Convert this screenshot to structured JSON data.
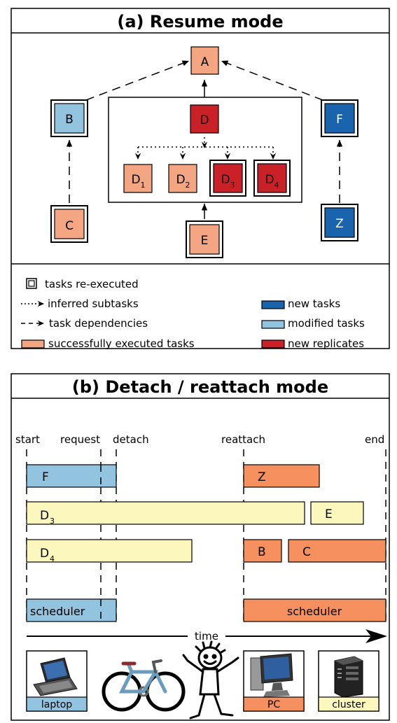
{
  "panel_a": {
    "title": "(a) Resume mode",
    "nodes": {
      "A": {
        "label": "A"
      },
      "B": {
        "label": "B"
      },
      "C": {
        "label": "C"
      },
      "D": {
        "label": "D"
      },
      "D1": {
        "label": "D",
        "sub": "1"
      },
      "D2": {
        "label": "D",
        "sub": "2"
      },
      "D3": {
        "label": "D",
        "sub": "3"
      },
      "D4": {
        "label": "D",
        "sub": "4"
      },
      "E": {
        "label": "E"
      },
      "F": {
        "label": "F"
      },
      "Z": {
        "label": "Z"
      }
    },
    "legend": {
      "re_executed": "tasks re-executed",
      "inferred": "inferred subtasks",
      "dependencies": "task dependencies",
      "success": "successfully executed  tasks",
      "new_tasks": "new tasks",
      "modified": "modified tasks",
      "replicates": "new replicates"
    }
  },
  "panel_b": {
    "title": "(b) Detach / reattach mode",
    "markers": {
      "start": "start",
      "request": "request",
      "detach": "detach",
      "reattach": "reattach",
      "end": "end"
    },
    "bars": {
      "F": {
        "label": "F"
      },
      "Z": {
        "label": "Z"
      },
      "D3": {
        "label": "D",
        "sub": "3"
      },
      "E": {
        "label": "E"
      },
      "D4": {
        "label": "D",
        "sub": "4"
      },
      "B": {
        "label": "B"
      },
      "C": {
        "label": "C"
      },
      "scheduler_left": {
        "label": "scheduler"
      },
      "scheduler_right": {
        "label": "scheduler"
      }
    },
    "time_label": "time",
    "devices": {
      "laptop": "laptop",
      "pc": "PC",
      "cluster": "cluster"
    }
  },
  "colors": {
    "success": "#f4a582",
    "replicate": "#ca2027",
    "new_task": "#1a64ad",
    "modified": "#92c3df",
    "orange_bar": "#f6905f",
    "yellow_bar": "#fbf7bd"
  }
}
